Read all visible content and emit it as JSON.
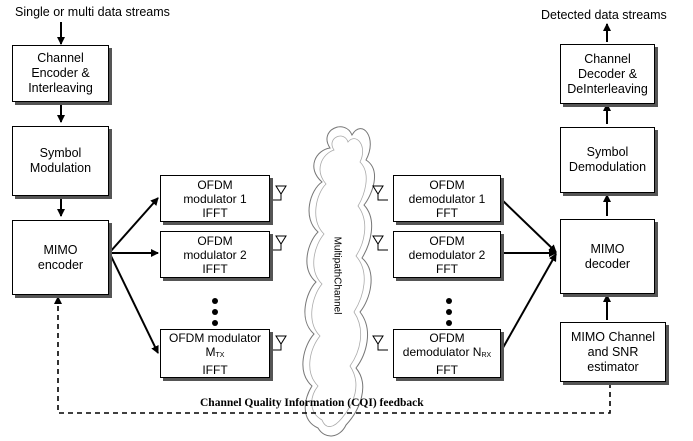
{
  "labels": {
    "input": "Single or multi data streams",
    "output": "Detected data streams",
    "feedback": "Channel Quality Information (CQI) feedback",
    "channel": "MultipathChannel"
  },
  "tx": {
    "encoder": [
      "Channel",
      "Encoder &",
      "Interleaving"
    ],
    "modulation": [
      "Symbol",
      "Modulation"
    ],
    "mimo": [
      "MIMO",
      "encoder"
    ],
    "ofdm1": [
      "OFDM",
      "modulator 1",
      "IFFT"
    ],
    "ofdm2": [
      "OFDM",
      "modulator 2",
      "IFFT"
    ],
    "ofdmN": {
      "l1": "OFDM modulator",
      "m": "M",
      "sub": "TX",
      "l3": "IFFT"
    }
  },
  "rx": {
    "ofdm1": [
      "OFDM",
      "demodulator 1",
      "FFT"
    ],
    "ofdm2": [
      "OFDM",
      "demodulator 2",
      "FFT"
    ],
    "ofdmN": {
      "l1": "OFDM",
      "l2": "demodulator N",
      "sub": "RX",
      "l3": "FFT"
    },
    "mimo": [
      "MIMO",
      "decoder"
    ],
    "demodulation": [
      "Symbol",
      "Demodulation"
    ],
    "decoder": [
      "Channel",
      "Decoder &",
      "DeInterleaving"
    ],
    "estimator": [
      "MIMO Channel",
      "and SNR",
      "estimator"
    ]
  }
}
